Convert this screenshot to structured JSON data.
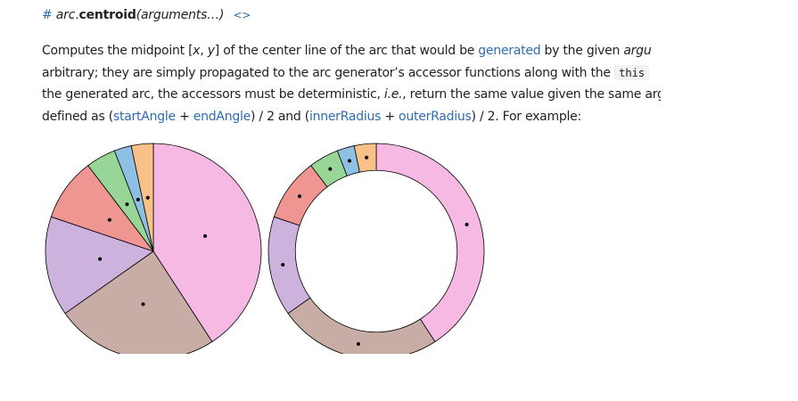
{
  "heading": {
    "hash": "#",
    "object": "arc",
    "dot": ".",
    "method": "centroid",
    "args": "(arguments…)",
    "source_link": "<>"
  },
  "paragraph": {
    "l1_a": "Computes the midpoint [",
    "l1_x": "x",
    "l1_comma": ", ",
    "l1_y": "y",
    "l1_b": "] of the center line of the arc that would be ",
    "l1_link": "generated",
    "l1_c": " by the given ",
    "l1_d": "argu",
    "l2_a": "arbitrary; they are simply propagated to the arc generator’s accessor functions along with the ",
    "l2_code": "this",
    "l3_a": "the generated arc, the accessors must be deterministic, ",
    "l3_ie": "i.e.",
    "l3_b": ", return the same value given the same arg",
    "l4_a": "defined as (",
    "l4_start": "startAngle",
    "l4_plus1": " + ",
    "l4_end": "endAngle",
    "l4_b": ") / 2 and (",
    "l4_inner": "innerRadius",
    "l4_plus2": " + ",
    "l4_outer": "outerRadius",
    "l4_c": ") / 2. For example:"
  },
  "chart_data": [
    {
      "type": "pie",
      "values": [
        41,
        24.5,
        15,
        9.5,
        4.5,
        2.6,
        3.3
      ],
      "colors": [
        "#f5b9e3",
        "#c8ada6",
        "#ccb2dc",
        "#ef9592",
        "#97d696",
        "#8ec0e4",
        "#f9c187"
      ],
      "inner_radius_ratio": 0,
      "show_centroids": true
    },
    {
      "type": "pie",
      "values": [
        41,
        24.5,
        15,
        9.5,
        4.5,
        2.6,
        3.3
      ],
      "colors": [
        "#f5b9e3",
        "#c8ada6",
        "#ccb2dc",
        "#ef9592",
        "#97d696",
        "#8ec0e4",
        "#f9c187"
      ],
      "inner_radius_ratio": 0.75,
      "show_centroids": true
    }
  ]
}
